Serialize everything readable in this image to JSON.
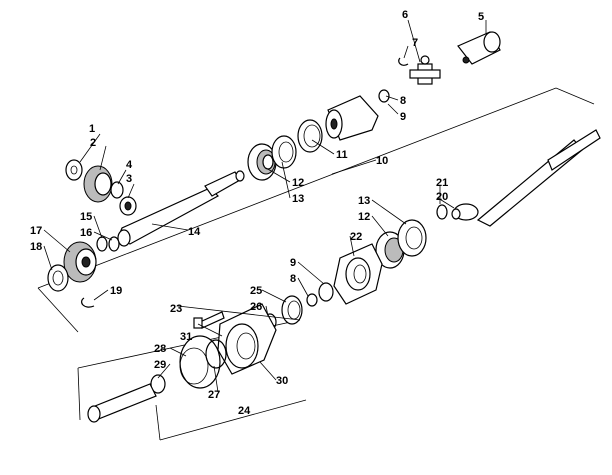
{
  "colors": {
    "line": "#000000",
    "background": "#ffffff"
  },
  "parts": [
    {
      "id": "p1",
      "number": "1"
    },
    {
      "id": "p2",
      "number": "2"
    },
    {
      "id": "p3",
      "number": "3"
    },
    {
      "id": "p4",
      "number": "4"
    },
    {
      "id": "p5",
      "number": "5"
    },
    {
      "id": "p6",
      "number": "6"
    },
    {
      "id": "p7",
      "number": "7"
    },
    {
      "id": "p8a",
      "number": "8"
    },
    {
      "id": "p9a",
      "number": "9"
    },
    {
      "id": "p10",
      "number": "10"
    },
    {
      "id": "p11",
      "number": "11"
    },
    {
      "id": "p12a",
      "number": "12"
    },
    {
      "id": "p13a",
      "number": "13"
    },
    {
      "id": "p14",
      "number": "14"
    },
    {
      "id": "p15",
      "number": "15"
    },
    {
      "id": "p16",
      "number": "16"
    },
    {
      "id": "p17",
      "number": "17"
    },
    {
      "id": "p18",
      "number": "18"
    },
    {
      "id": "p19",
      "number": "19"
    },
    {
      "id": "p20",
      "number": "20"
    },
    {
      "id": "p21",
      "number": "21"
    },
    {
      "id": "p22",
      "number": "22"
    },
    {
      "id": "p13b",
      "number": "13"
    },
    {
      "id": "p12b",
      "number": "12"
    },
    {
      "id": "p9b",
      "number": "9"
    },
    {
      "id": "p8b",
      "number": "8"
    },
    {
      "id": "p25",
      "number": "25"
    },
    {
      "id": "p26",
      "number": "26"
    },
    {
      "id": "p23",
      "number": "23"
    },
    {
      "id": "p31",
      "number": "31"
    },
    {
      "id": "p28",
      "number": "28"
    },
    {
      "id": "p29",
      "number": "29"
    },
    {
      "id": "p27",
      "number": "27"
    },
    {
      "id": "p30",
      "number": "30"
    },
    {
      "id": "p24",
      "number": "24"
    }
  ]
}
